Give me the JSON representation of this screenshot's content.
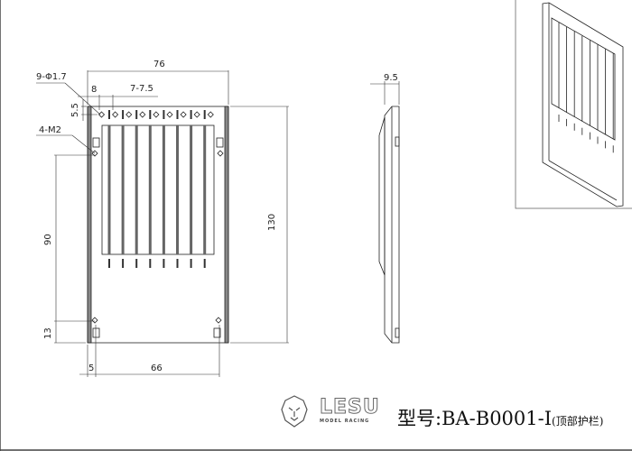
{
  "dimensions": {
    "width_total": "76",
    "height_total": "130",
    "hole_callout": "9-Φ1.7",
    "thread_callout": "4-M2",
    "hole_offset": "8",
    "slot_pitch": "7-7.5",
    "top_offset": "5.5",
    "hole_vertical": "90",
    "bottom_offset": "13",
    "left_offset": "5",
    "hole_horizontal": "66",
    "thickness": "9.5"
  },
  "title_block": {
    "brand": "LESU",
    "brand_sub": "MODEL RACING",
    "model_label": "型号:BA-B0001-I",
    "model_note": "(顶部护栏)"
  }
}
